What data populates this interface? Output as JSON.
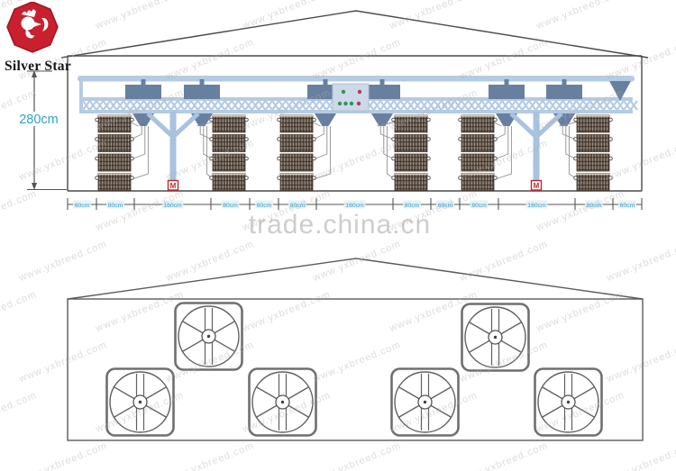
{
  "logo": {
    "brand": "Silver Star",
    "badge_icon": "rooster-octagon",
    "badge_color": "#c8202f"
  },
  "watermark": {
    "tiled_text": "www.yxbreed.com",
    "center_text": "trade.china.cn"
  },
  "top_view": {
    "description": "side elevation of poultry house with A-type layer cage rows and overhead feed conveyor",
    "height_label": "280cm",
    "motor_label": "M",
    "cage_count": 6,
    "cage_tiers": 4,
    "dimension_segments": [
      "60cm",
      "80cm",
      "160cm",
      "80cm",
      "60cm",
      "80cm",
      "160cm",
      "80cm",
      "60cm",
      "80cm",
      "160cm",
      "80cm",
      "60cm"
    ],
    "colors": {
      "truss": "#b5cbe4",
      "column": "#a9c2e0",
      "hopper": "#68809f",
      "cage_dark": "#564940",
      "cage_hatch": "#c7b8a6",
      "outline": "#4a4a4a",
      "dimension_text": "#2ea4c9",
      "motor_red": "#c4242b",
      "indicator_green": "#2e9553",
      "indicator_red": "#b53a52",
      "tube_gray": "#8f8f8f"
    }
  },
  "bottom_view": {
    "description": "gable end wall with exhaust fans",
    "fan_count": 6
  }
}
